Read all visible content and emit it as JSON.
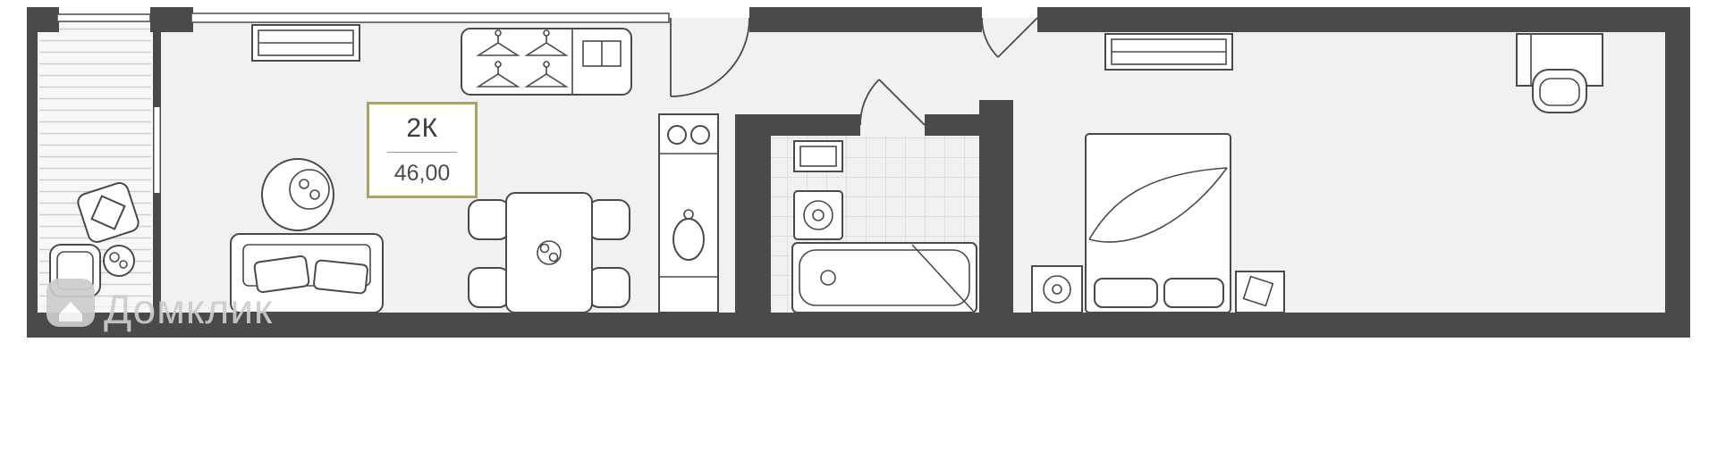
{
  "plan": {
    "label_card": {
      "room_type": "2К",
      "area": "46,00"
    },
    "watermark": {
      "text": "Домклик"
    },
    "colors": {
      "wall": "#4a4a4b",
      "floor": "#f1f1f2",
      "outline": "#4a4a4b",
      "label_border": "#b2a05e",
      "tile_line": "#d2d2d2",
      "balcony_stripe": "#cfcfcf",
      "watermark": "#cdcdcd",
      "background": "#ffffff"
    },
    "furniture_icons": [
      "balcony-armchair-icon",
      "balcony-round-table-icon",
      "balcony-chair-icon",
      "tv-dresser-icon",
      "wardrobe-hangers-icon",
      "coffee-table-icon",
      "sofa-icon",
      "dining-table-icon",
      "dining-chair-icon",
      "kitchen-counter-icon",
      "cooktop-icon",
      "kitchen-sink-icon",
      "bathroom-cabinet-icon",
      "washing-machine-icon",
      "bathtub-icon",
      "double-bed-icon",
      "pillow-icon",
      "speaker-stand-icon",
      "nightstand-icon",
      "bedroom-dresser-icon",
      "desk-icon",
      "desk-chair-icon"
    ],
    "doors": [
      "living-room-door",
      "entrance-door",
      "bathroom-door"
    ]
  }
}
